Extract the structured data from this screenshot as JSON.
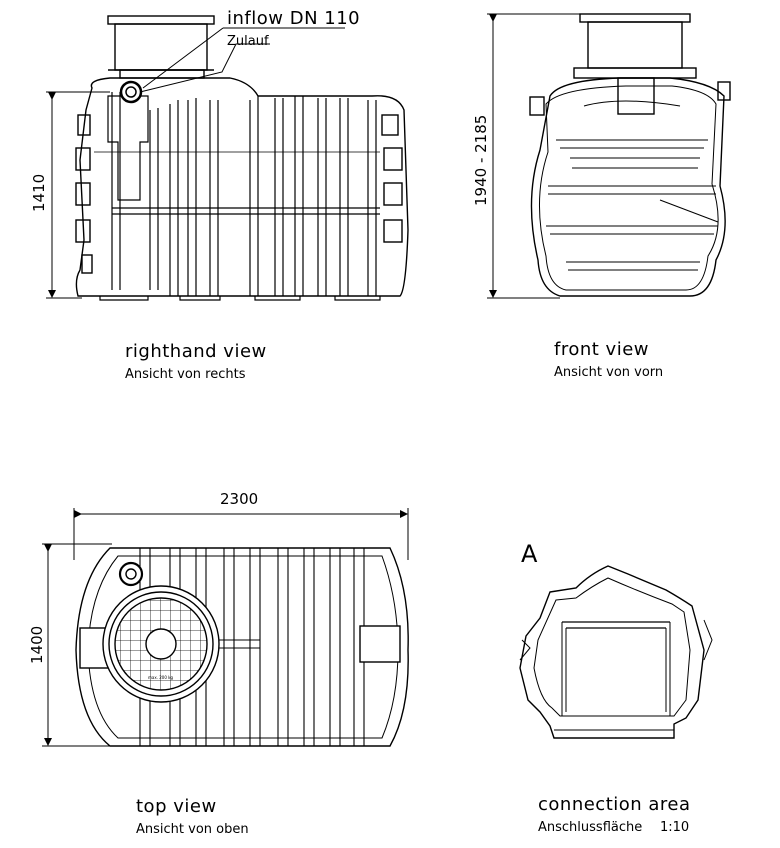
{
  "annotations": {
    "inflow": "inflow DN 110",
    "inflow_de": "Zulauf",
    "detail_marker": "A",
    "cover_stamp": "max. 200 kg"
  },
  "dimensions": {
    "height_right": "1410",
    "height_front": "1940 - 2185",
    "width_top": "2300",
    "depth_top": "1400"
  },
  "views": {
    "right": {
      "title": "righthand view",
      "subtitle": "Ansicht von rechts"
    },
    "front": {
      "title": "front view",
      "subtitle": "Ansicht von vorn"
    },
    "top": {
      "title": "top view",
      "subtitle": "Ansicht von oben"
    },
    "detail": {
      "title": "connection area",
      "subtitle": "Anschlussfläche",
      "scale": "1:10"
    }
  }
}
